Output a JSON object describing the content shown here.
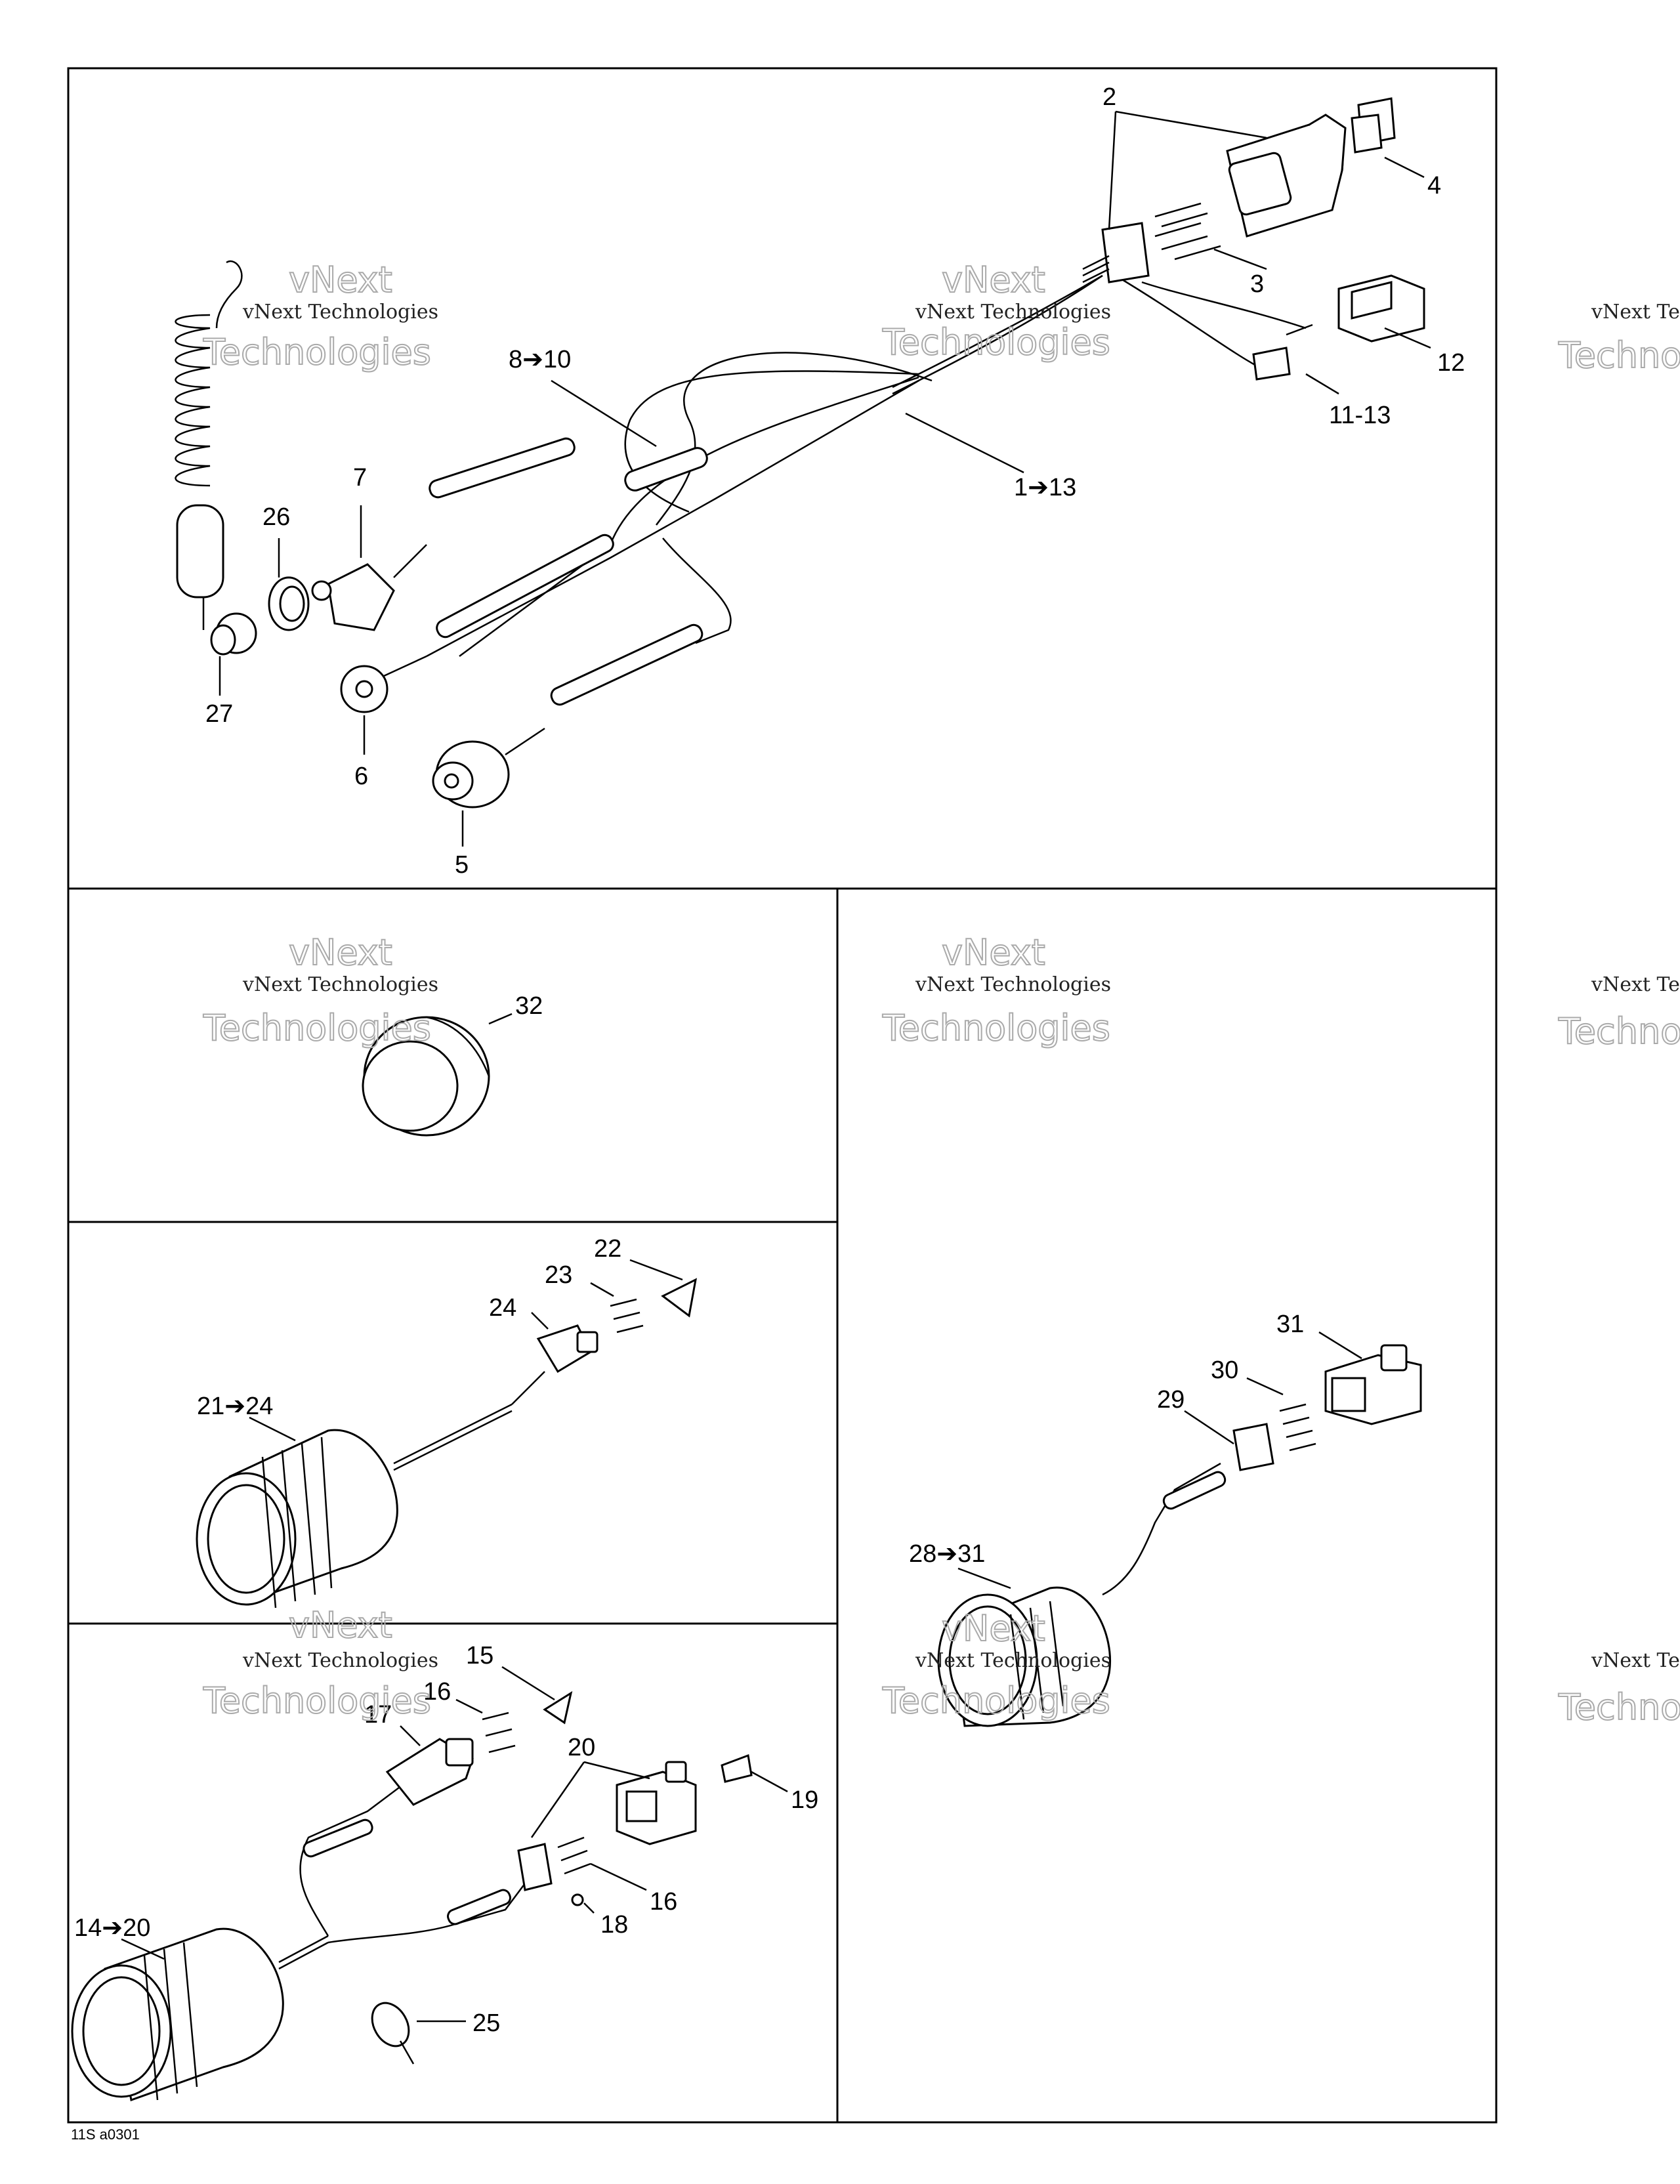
{
  "watermark": {
    "line1": "vNext Technologies",
    "line2": "Technologies",
    "line3": "vNext"
  },
  "figure_code": "11S a0301",
  "labels": {
    "l2": "2",
    "l4": "4",
    "l3": "3",
    "l12": "12",
    "l11_13": "11-13",
    "l8_10": "8➔10",
    "l1_13": "1➔13",
    "l7": "7",
    "l26": "26",
    "l27": "27",
    "l6": "6",
    "l5": "5",
    "l32": "32",
    "l22": "22",
    "l23": "23",
    "l24": "24",
    "l21_24": "21➔24",
    "l15": "15",
    "l16a": "16",
    "l17": "17",
    "l20": "20",
    "l19": "19",
    "l16b": "16",
    "l18": "18",
    "l14_20": "14➔20",
    "l25": "25",
    "l31": "31",
    "l30": "30",
    "l29": "29",
    "l28_31": "28➔31"
  }
}
